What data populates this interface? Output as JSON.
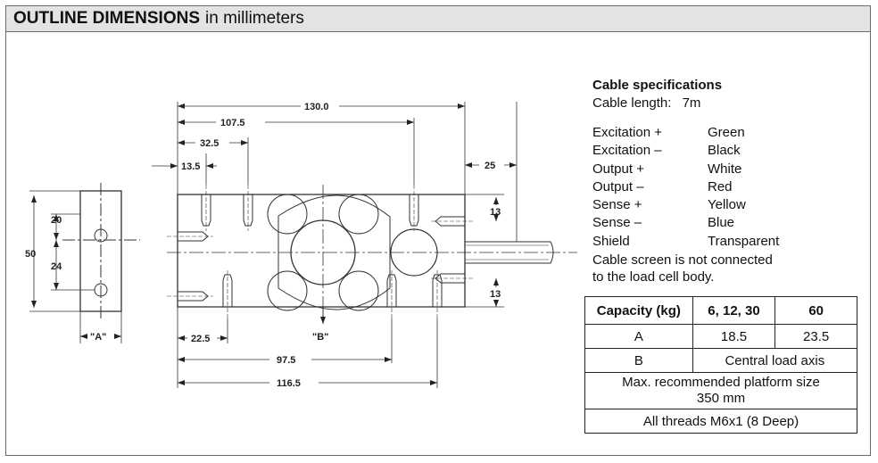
{
  "header": {
    "title_bold": "OUTLINE DIMENSIONS",
    "title_rest": "in millimeters"
  },
  "drawing": {
    "dims": {
      "d130": "130.0",
      "d107": "107.5",
      "d32": "32.5",
      "d13_5": "13.5",
      "d25": "25",
      "d13_top": "13",
      "d13_bot": "13",
      "d20": "20",
      "d24": "24",
      "d50": "50",
      "d22": "22.5",
      "d97": "97.5",
      "d116": "116.5"
    },
    "labels": {
      "a": "\"A\"",
      "b": "\"B\""
    }
  },
  "cable": {
    "title": "Cable specifications",
    "length_label": "Cable length:",
    "length_value": "7m",
    "wires": [
      {
        "signal": "Excitation +",
        "color": "Green"
      },
      {
        "signal": "Excitation –",
        "color": "Black"
      },
      {
        "signal": "Output +",
        "color": "White"
      },
      {
        "signal": "Output –",
        "color": "Red"
      },
      {
        "signal": "Sense +",
        "color": "Yellow"
      },
      {
        "signal": "Sense –",
        "color": "Blue"
      },
      {
        "signal": "Shield",
        "color": "Transparent"
      }
    ],
    "note_line1": "Cable screen is not connected",
    "note_line2": "to the load cell body."
  },
  "table": {
    "h_capacity": "Capacity (kg)",
    "h_small": "6, 12, 30",
    "h_large": "60",
    "row_a_label": "A",
    "row_a_small": "18.5",
    "row_a_large": "23.5",
    "row_b_label": "B",
    "row_b_value": "Central load axis",
    "platform_line1": "Max. recommended platform size",
    "platform_line2": "350 mm",
    "threads": "All threads M6x1 (8 Deep)"
  }
}
